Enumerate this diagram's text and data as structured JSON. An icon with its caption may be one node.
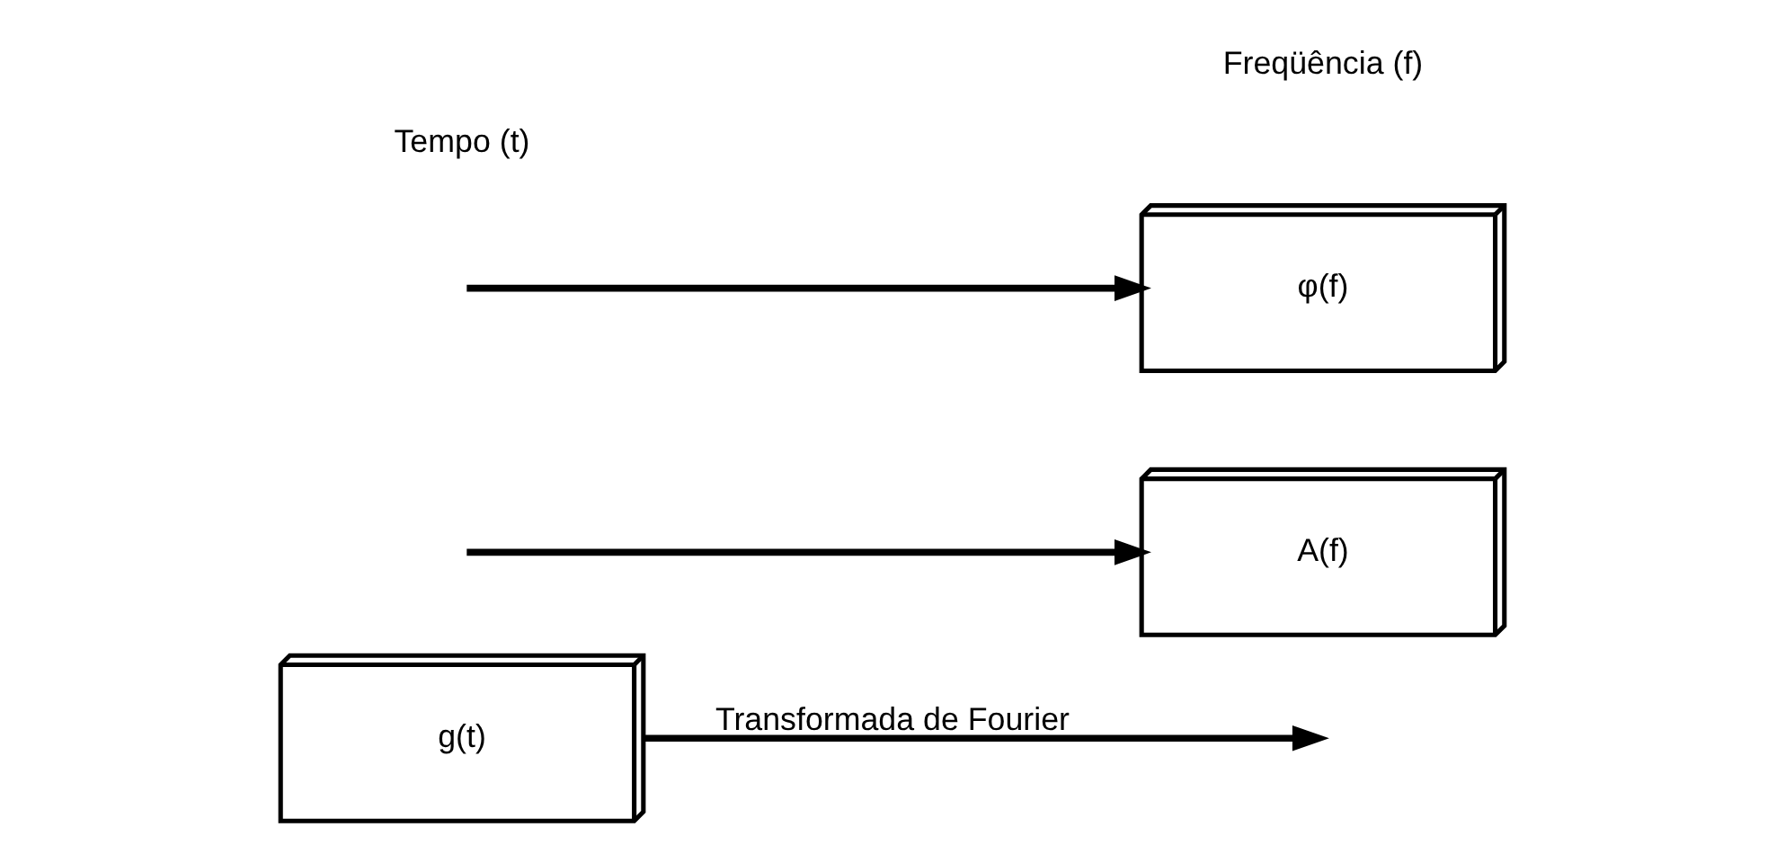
{
  "diagram": {
    "nodes": [
      {
        "text": [
          "g(t)"
        ]
      },
      {
        "text": [
          "A(f)"
        ]
      },
      {
        "text": [
          "φ(f)"
        ]
      }
    ],
    "edges": [
      {
        "from": 0,
        "to": null,
        "arrow": "to",
        "label": "Transformada de Fourier"
      },
      {
        "from": null,
        "to": 1,
        "arrow": "to"
      },
      {
        "from": null,
        "to": 2,
        "arrow": "to"
      }
    ],
    "labels": [
      "Tempo (t)",
      "Freqüência (f)"
    ]
  }
}
